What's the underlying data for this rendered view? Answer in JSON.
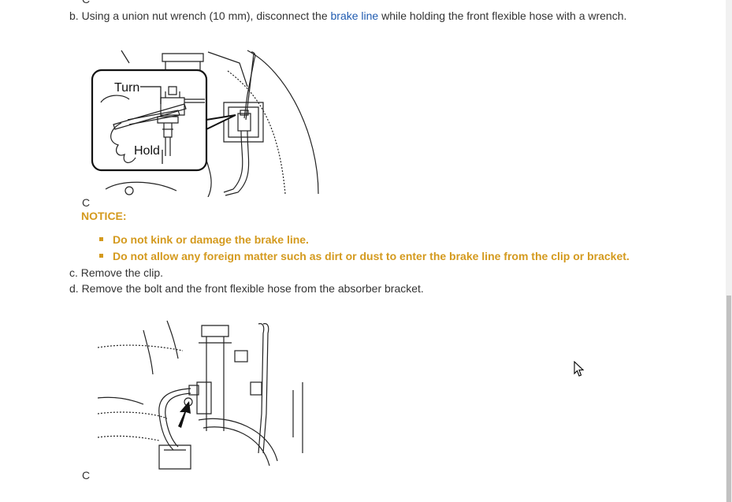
{
  "figure_caption_top_cut": "C",
  "step_b": {
    "prefix": "b. Using a union nut wrench (10 mm), disconnect the ",
    "link": "brake line",
    "suffix": " while holding the front flexible hose with a wrench."
  },
  "figure1": {
    "callout_turn": "Turn",
    "callout_hold": "Hold",
    "caption": "C"
  },
  "notice": {
    "title": "NOTICE:",
    "items": [
      "Do not kink or damage the brake line.",
      "Do not allow any foreign matter such as dirt or dust to enter the brake line from the clip or bracket."
    ]
  },
  "step_c": "c. Remove the clip.",
  "step_d": "d. Remove the bolt and the front flexible hose from the absorber bracket.",
  "figure2": {
    "caption": "C"
  },
  "colors": {
    "link": "#1f5bb0",
    "notice": "#d49a1e",
    "text": "#333333"
  },
  "icons": {
    "cursor": "arrow-cursor-icon"
  }
}
